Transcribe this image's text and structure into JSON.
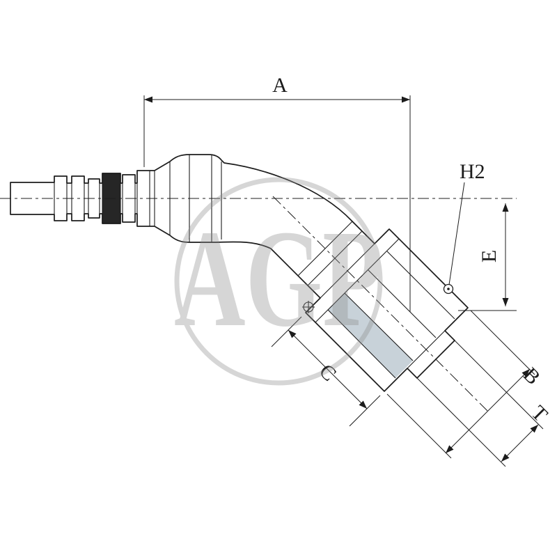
{
  "image": {
    "kind": "technical line drawing",
    "subject": "45-degree hydraulic hose fitting with hose barb shank and angled swivel nut",
    "background": "#ffffff"
  },
  "watermark": {
    "text": "AGP",
    "color": "#8c8c8c"
  },
  "labels": {
    "length_a": "A",
    "hole_h2": "H2",
    "height_e": "E",
    "length_c": "C",
    "width_b": "B",
    "thread_t": "T"
  },
  "colors": {
    "line": "#1c1c1c",
    "body_fill": "#dde4e8",
    "body_shade": "#c8d2d9",
    "knurl_fill": "#262626"
  }
}
